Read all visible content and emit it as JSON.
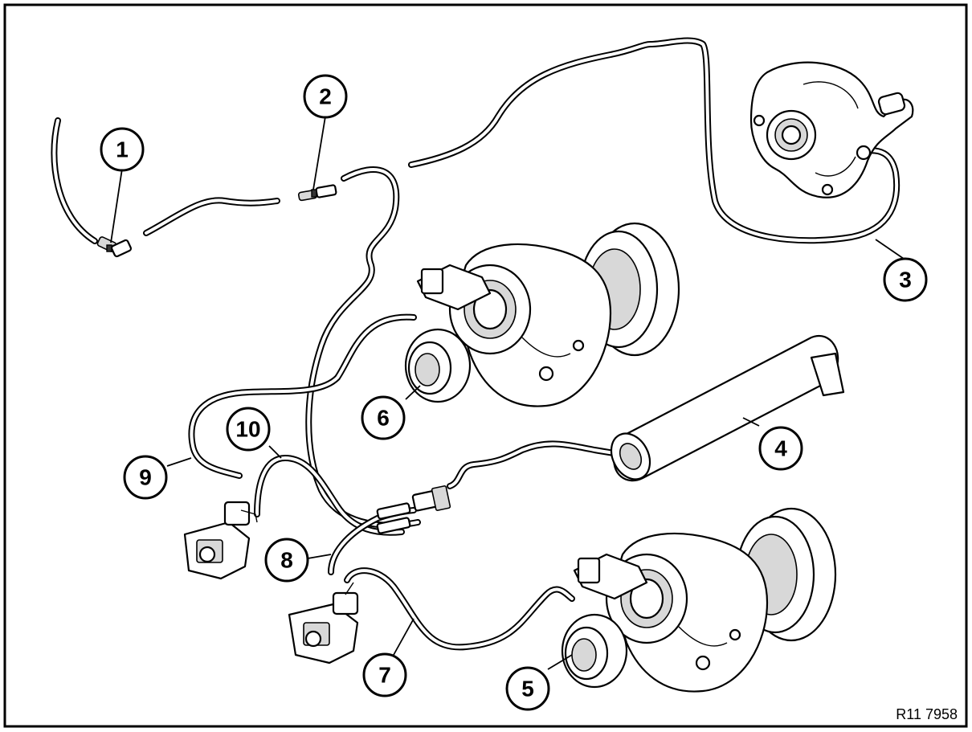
{
  "callouts": [
    {
      "id": "1",
      "label": "1"
    },
    {
      "id": "2",
      "label": "2"
    },
    {
      "id": "3",
      "label": "3"
    },
    {
      "id": "4",
      "label": "4"
    },
    {
      "id": "5",
      "label": "5"
    },
    {
      "id": "6",
      "label": "6"
    },
    {
      "id": "7",
      "label": "7"
    },
    {
      "id": "8",
      "label": "8"
    },
    {
      "id": "9",
      "label": "9"
    },
    {
      "id": "10",
      "label": "10"
    }
  ],
  "reference_code": "R11 7958"
}
